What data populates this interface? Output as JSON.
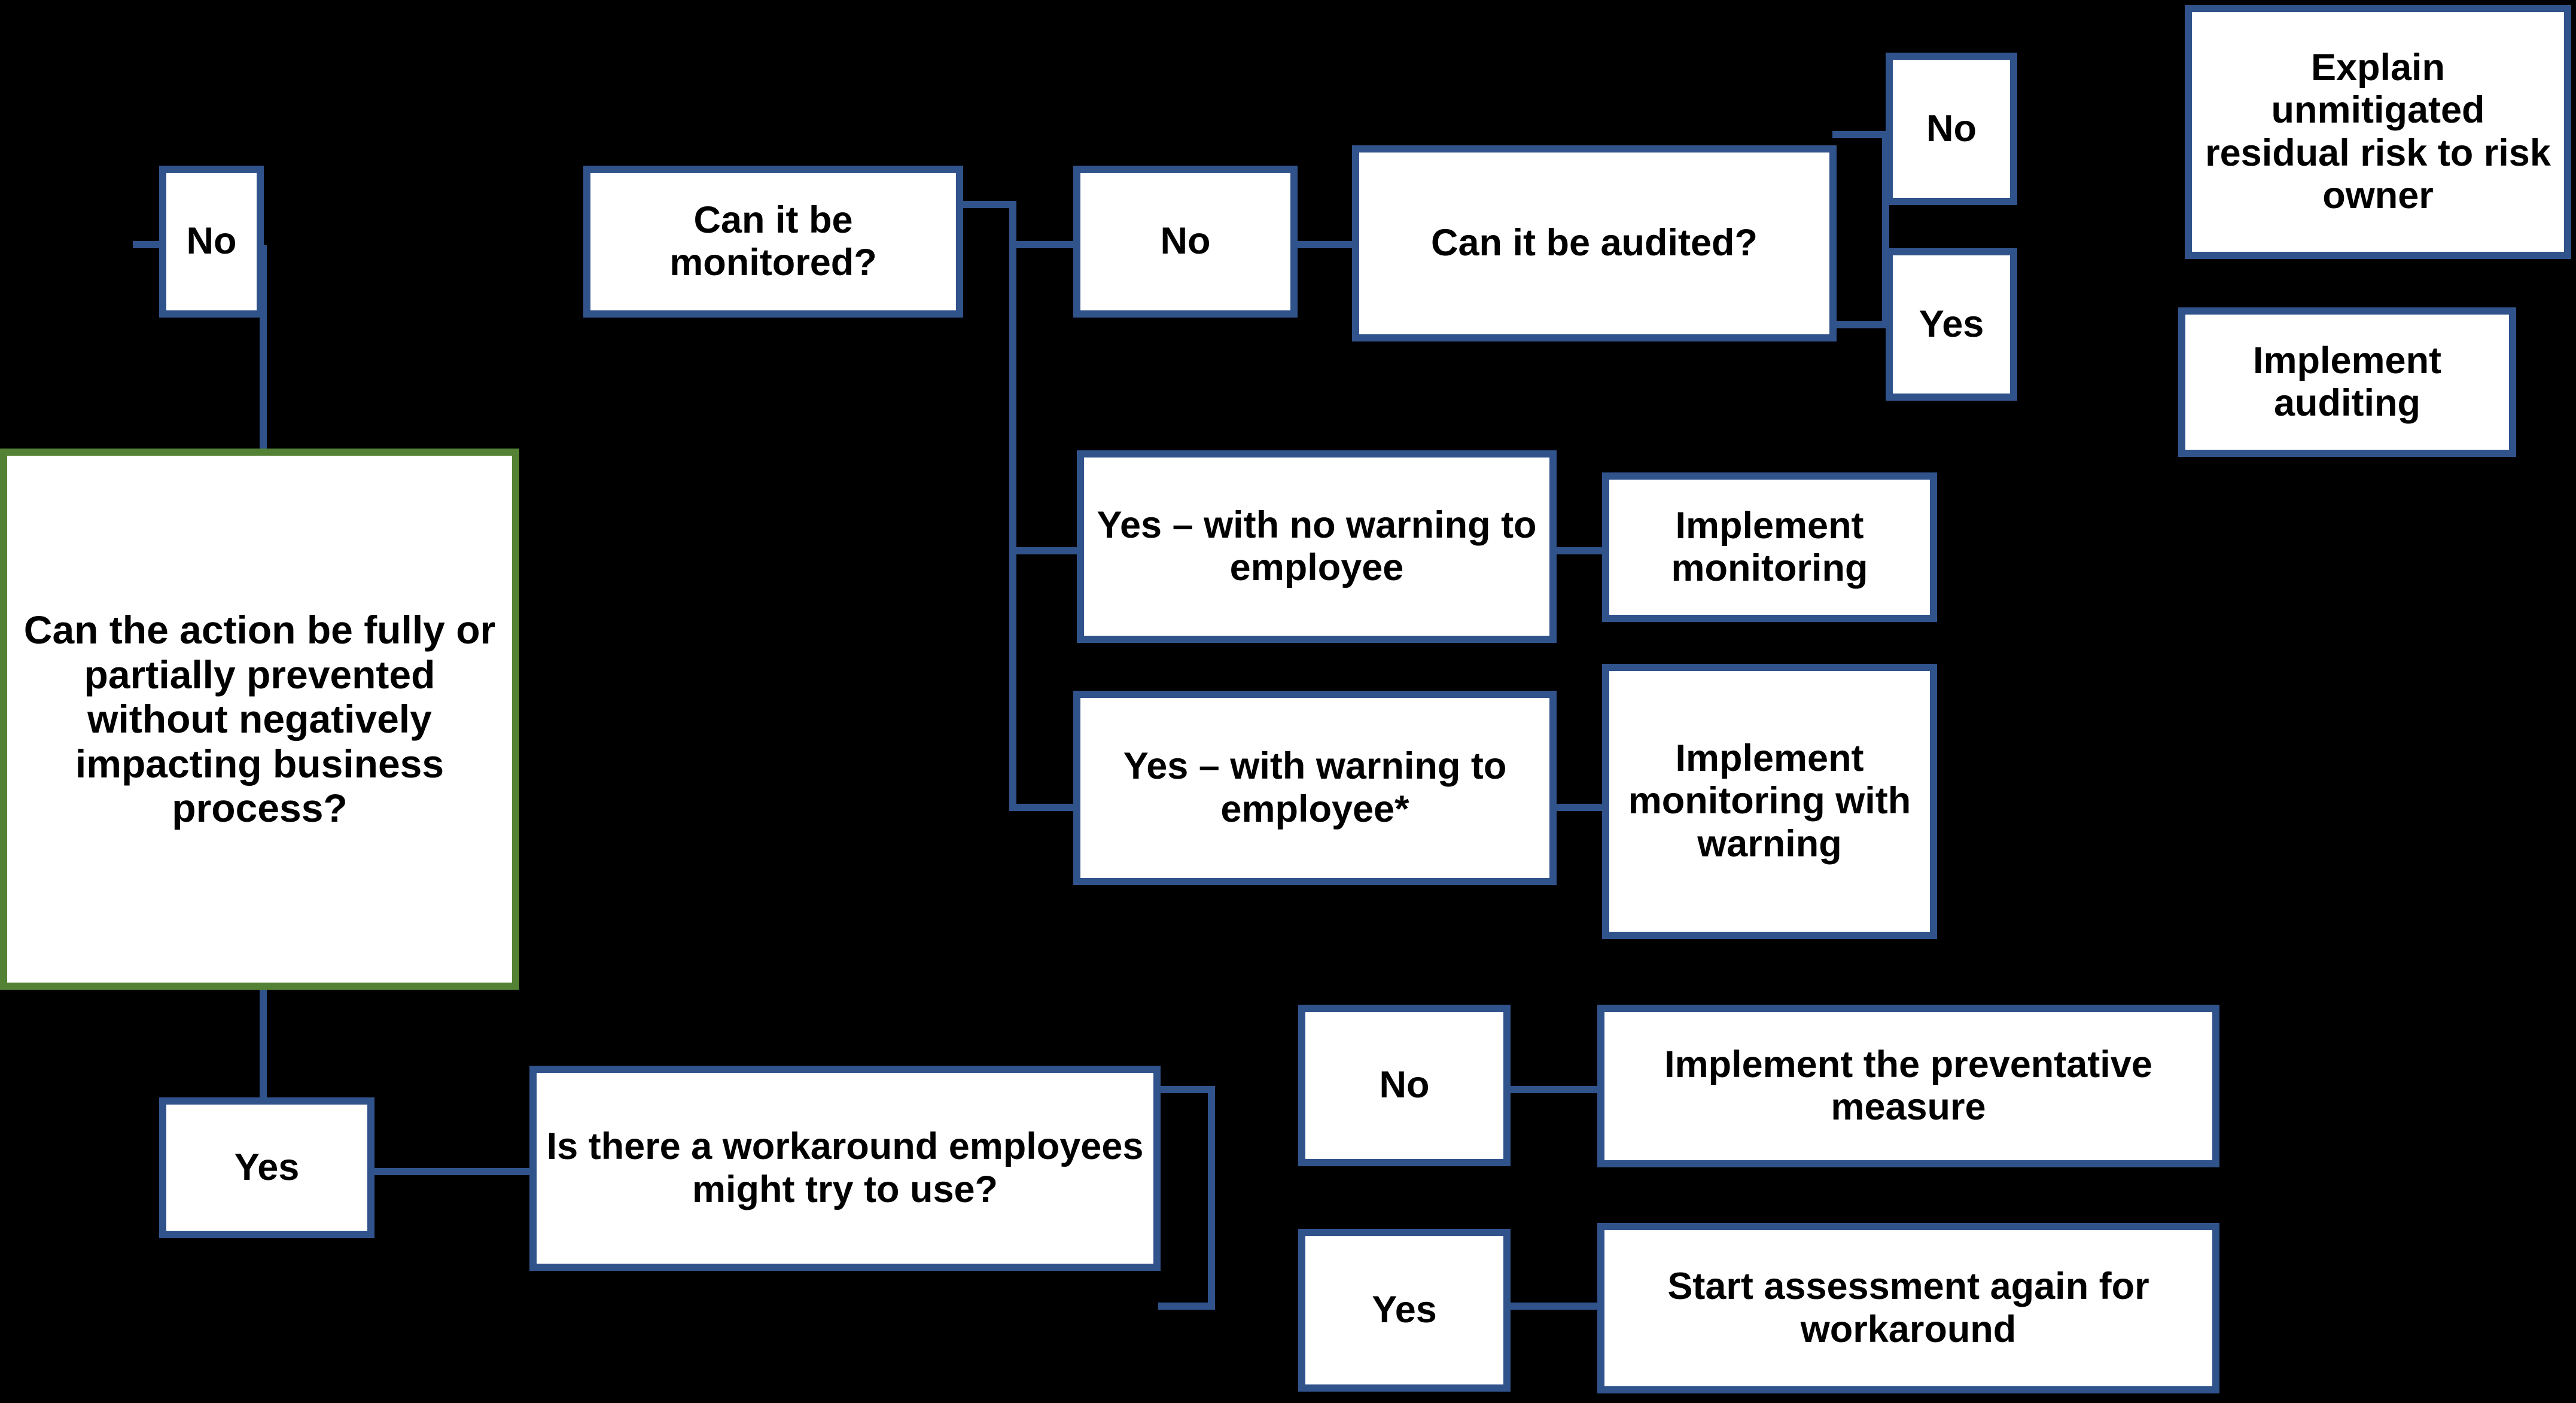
{
  "diagram": {
    "title": "Preventative measure decision flowchart",
    "background_color": "#000000",
    "box_fill": "#FFFFFF",
    "box_border_color": "#31538C",
    "highlight_border_color": "#538234",
    "text_color": "#000000",
    "connector_color": "#31538C"
  },
  "nodes": {
    "no_top_left": "No",
    "can_it_be_monitored": "Can it be monitored?",
    "no_monitor": "No",
    "can_it_be_audited": "Can it be audited?",
    "no_audit": "No",
    "yes_audit": "Yes",
    "explain_unmitigated": "Explain unmitigated residual risk to risk owner",
    "implement_auditing": "Implement auditing",
    "yes_no_warning": "Yes – with no warning to employee",
    "implement_monitoring": "Implement monitoring",
    "yes_with_warning": "Yes – with warning to employee*",
    "implement_monitoring_warning": "Implement monitoring with warning",
    "main_question": "Can the action be fully or partially prevented without negatively impacting business process?",
    "yes_main": "Yes",
    "is_there_workaround": "Is there a workaround employees might try to use?",
    "no_workaround": "No",
    "yes_workaround": "Yes",
    "implement_preventative": "Implement the preventative measure",
    "start_assessment_again": "Start assessment again for workaround"
  }
}
